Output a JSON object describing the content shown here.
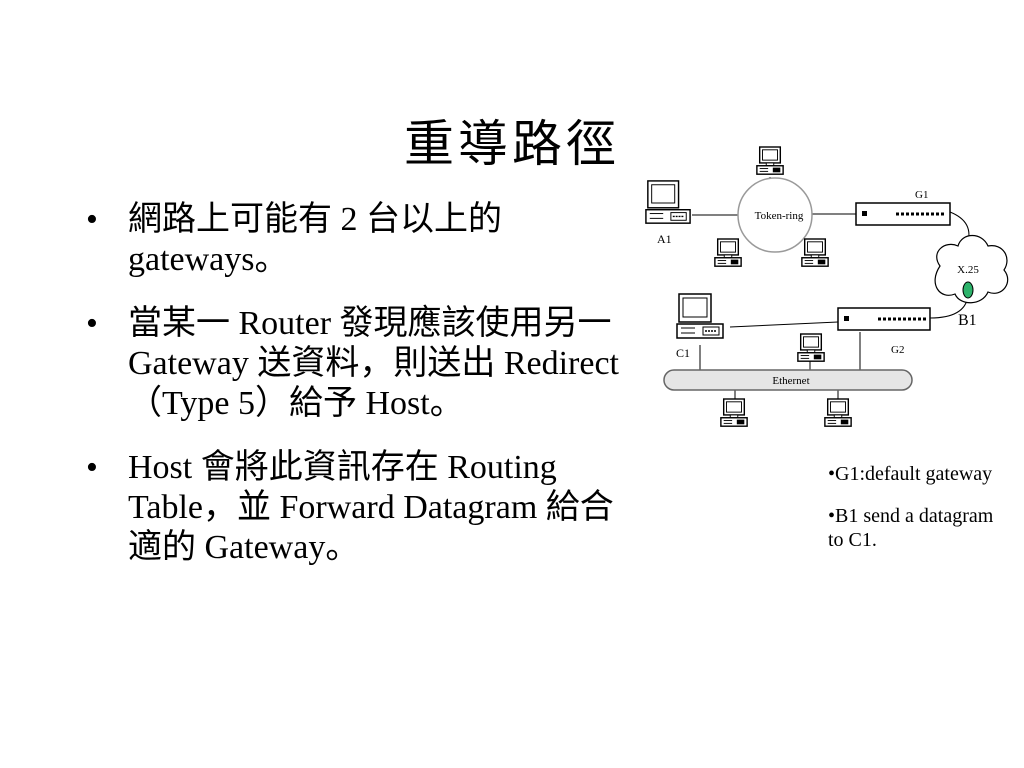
{
  "slide": {
    "title": "重導路徑",
    "bullets": [
      {
        "marker": "•",
        "text": "網路上可能有 2 台以上的 gateways。"
      },
      {
        "marker": "•",
        "text": "當某一 Router 發現應該使用另一 Gateway 送資料，則送出 Redirect（Type 5）給予 Host。"
      },
      {
        "marker": "•",
        "text": "Host 會將此資訊存在 Routing Table，並 Forward Datagram 給合適的 Gateway。"
      }
    ],
    "notes": [
      "•G1:default gateway",
      "•B1 send a datagram to C1."
    ]
  },
  "diagram": {
    "token_ring_label": "Token-ring",
    "ethernet_label": "Ethernet",
    "x25_label": "X.25",
    "labels": {
      "a1": "A1",
      "g1": "G1",
      "b1": "B1",
      "c1": "C1",
      "g2": "G2"
    },
    "accent_color": "#2db36b"
  }
}
